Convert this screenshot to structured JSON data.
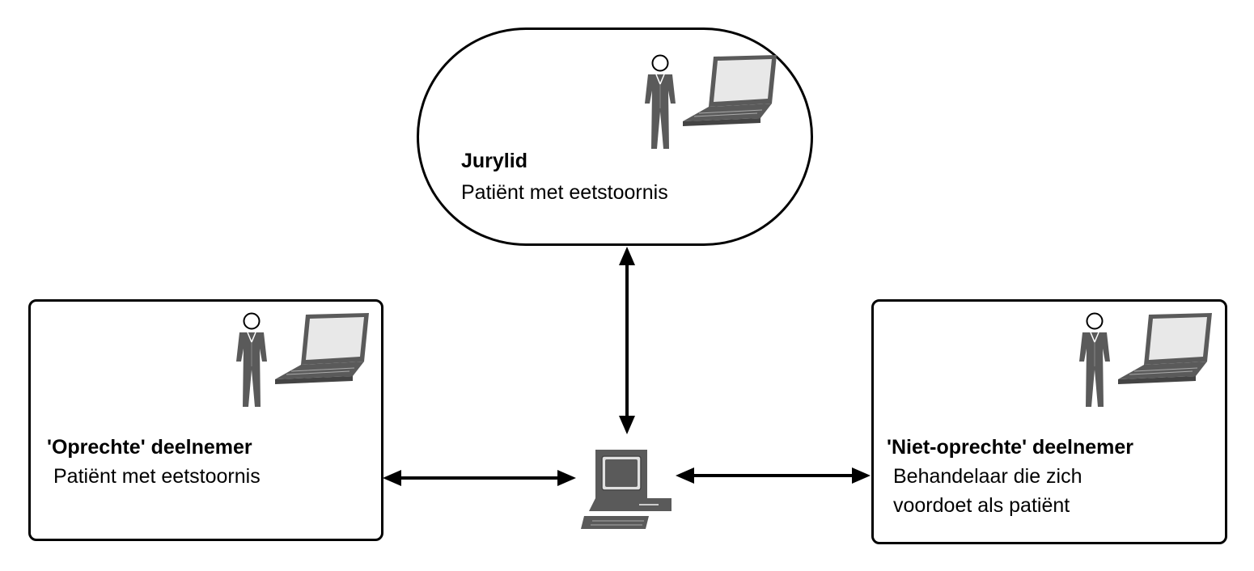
{
  "nodes": {
    "jury": {
      "title": "Jurylid",
      "desc_lines": [
        "Patiënt met eetstoornis"
      ]
    },
    "left": {
      "title": "'Oprechte' deelnemer",
      "desc_lines": [
        "Patiënt met eetstoornis"
      ]
    },
    "right": {
      "title": "'Niet-oprechte' deelnemer",
      "desc_lines": [
        "Behandelaar die zich",
        "voordoet als patiënt"
      ]
    }
  },
  "icons": [
    "person-icon",
    "laptop-icon",
    "computer-icon"
  ],
  "colors": {
    "stroke": "#000000",
    "icon_fill": "#5a5a5a",
    "background": "#ffffff"
  }
}
